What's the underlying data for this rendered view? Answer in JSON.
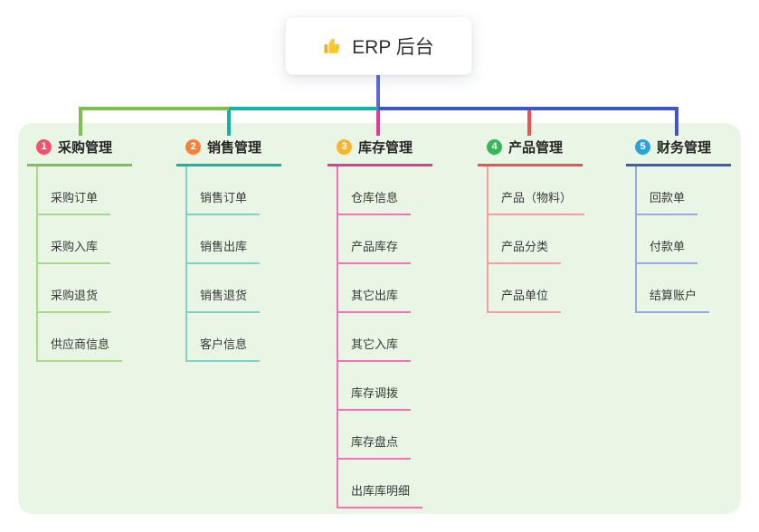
{
  "root": {
    "icon": "thumbs-up-icon",
    "label": "ERP 后台"
  },
  "panel_bg": "#e9f6e5",
  "root_connector_color": "#5d68d8",
  "branches": [
    {
      "num": "1",
      "label": "采购管理",
      "badge_color": "#f25270",
      "line_color": "#7dbf50",
      "child_line_color": "#a8d88c",
      "items": [
        "采购订单",
        "采购入库",
        "采购退货",
        "供应商信息"
      ]
    },
    {
      "num": "2",
      "label": "销售管理",
      "badge_color": "#f5813d",
      "line_color": "#14b3a6",
      "child_line_color": "#7fd2c8",
      "items": [
        "销售订单",
        "销售出库",
        "销售退货",
        "客户信息"
      ]
    },
    {
      "num": "3",
      "label": "库存管理",
      "badge_color": "#f7b52c",
      "line_color": "#e23a97",
      "child_line_color": "#f172b4",
      "items": [
        "仓库信息",
        "产品库存",
        "其它出库",
        "其它入库",
        "库存调拨",
        "库存盘点",
        "出库库明细"
      ]
    },
    {
      "num": "4",
      "label": "产品管理",
      "badge_color": "#33b855",
      "line_color": "#ef4f52",
      "child_line_color": "#f59e9b",
      "items": [
        "产品（物料）",
        "产品分类",
        "产品单位"
      ]
    },
    {
      "num": "5",
      "label": "财务管理",
      "badge_color": "#29a3dc",
      "line_color": "#3f56c6",
      "child_line_color": "#97a8e2",
      "items": [
        "回款单",
        "付款单",
        "结算账户"
      ]
    }
  ]
}
